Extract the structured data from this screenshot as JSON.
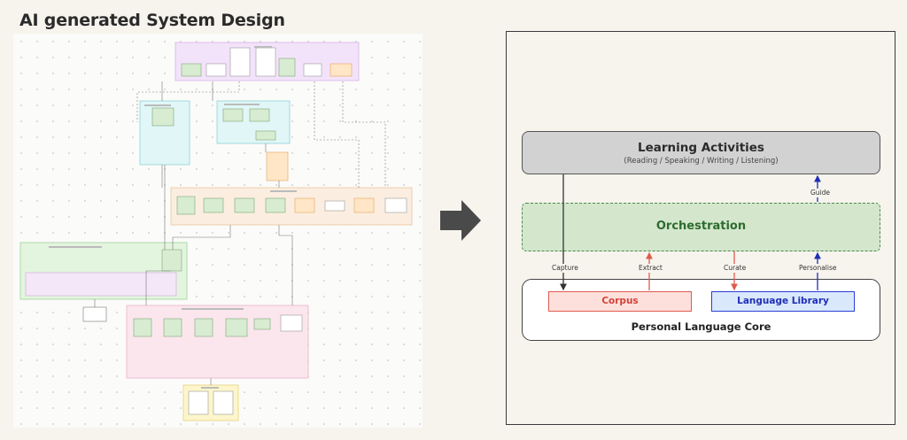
{
  "page_title": "AI generated System Design",
  "diagram": {
    "learning_activities": {
      "title": "Learning Activities",
      "subtitle": "(Reading / Speaking / Writing / Listening)"
    },
    "orchestration": {
      "title": "Orchestration"
    },
    "core": {
      "title": "Personal Language Core",
      "corpus": "Corpus",
      "library": "Language Library"
    },
    "edges": {
      "guide": "Guide",
      "capture": "Capture",
      "extract": "Extract",
      "curate": "Curate",
      "personalise": "Personalise"
    },
    "colors": {
      "learning_fill": "#d2d2d2",
      "orchestration_fill": "#d4e7cd",
      "orchestration_border": "#4a8a4a",
      "corpus_fill": "#fde0dc",
      "corpus_accent": "#e05a4e",
      "library_fill": "#dae8fc",
      "library_accent": "#2c3fd6"
    }
  },
  "icons": {
    "transition": "right-arrow-icon"
  }
}
